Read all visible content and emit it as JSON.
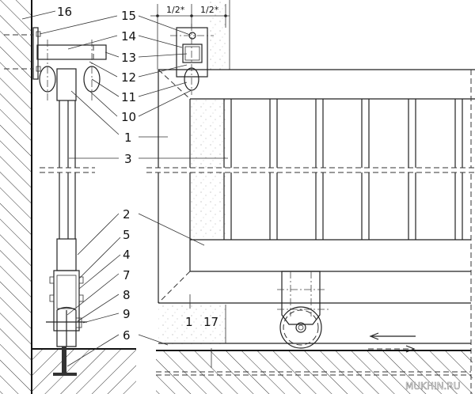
{
  "labels": {
    "l1a": "1",
    "l1b": "1",
    "l2": "2",
    "l3": "3",
    "l4": "4",
    "l5": "5",
    "l6": "6",
    "l7": "7",
    "l8": "8",
    "l9": "9",
    "l10": "10",
    "l11": "11",
    "l12": "12",
    "l13": "13",
    "l14": "14",
    "l15": "15",
    "l16": "16",
    "l17": "17"
  },
  "dimensions": {
    "half_left": "1/2*",
    "half_right": "1/2*"
  },
  "watermark": "MUKHIN.RU"
}
